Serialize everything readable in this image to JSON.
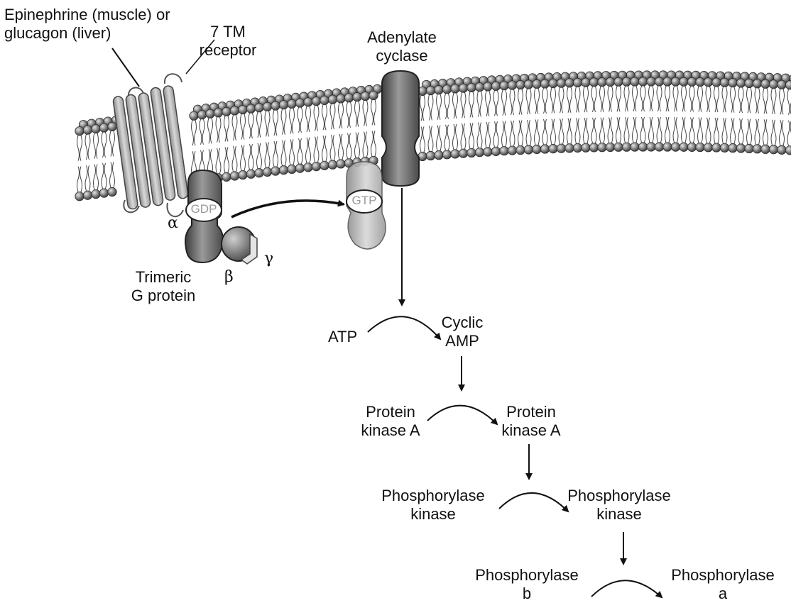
{
  "labels": {
    "ligand_line1": "Epinephrine (muscle) or",
    "ligand_line2": "glucagon (liver)",
    "receptor_line1": "7 TM",
    "receptor_line2": "receptor",
    "cyclase_line1": "Adenylate",
    "cyclase_line2": "cyclase",
    "gdp": "GDP",
    "gtp": "GTP",
    "alpha": "α",
    "beta": "β",
    "gamma": "γ",
    "gprotein_line1": "Trimeric",
    "gprotein_line2": "G protein"
  },
  "cascade": {
    "atp": "ATP",
    "camp_line1": "Cyclic",
    "camp_line2": "AMP",
    "pka_in_line1": "Protein",
    "pka_in_line2": "kinase A",
    "pka_out_line1": "Protein",
    "pka_out_line2": "kinase A",
    "phk_in_line1": "Phosphorylase",
    "phk_in_line2": "kinase",
    "phk_out_line1": "Phosphorylase",
    "phk_out_line2": "kinase",
    "ph_in_line1": "Phosphorylase",
    "ph_in_line2": "b",
    "ph_out_line1": "Phosphorylase",
    "ph_out_line2": "a"
  },
  "colors": {
    "lipid_head": "#6f6f6f",
    "protein_dark": "#5a5a5a",
    "protein_light": "#b8b8b8",
    "line": "#111111"
  }
}
